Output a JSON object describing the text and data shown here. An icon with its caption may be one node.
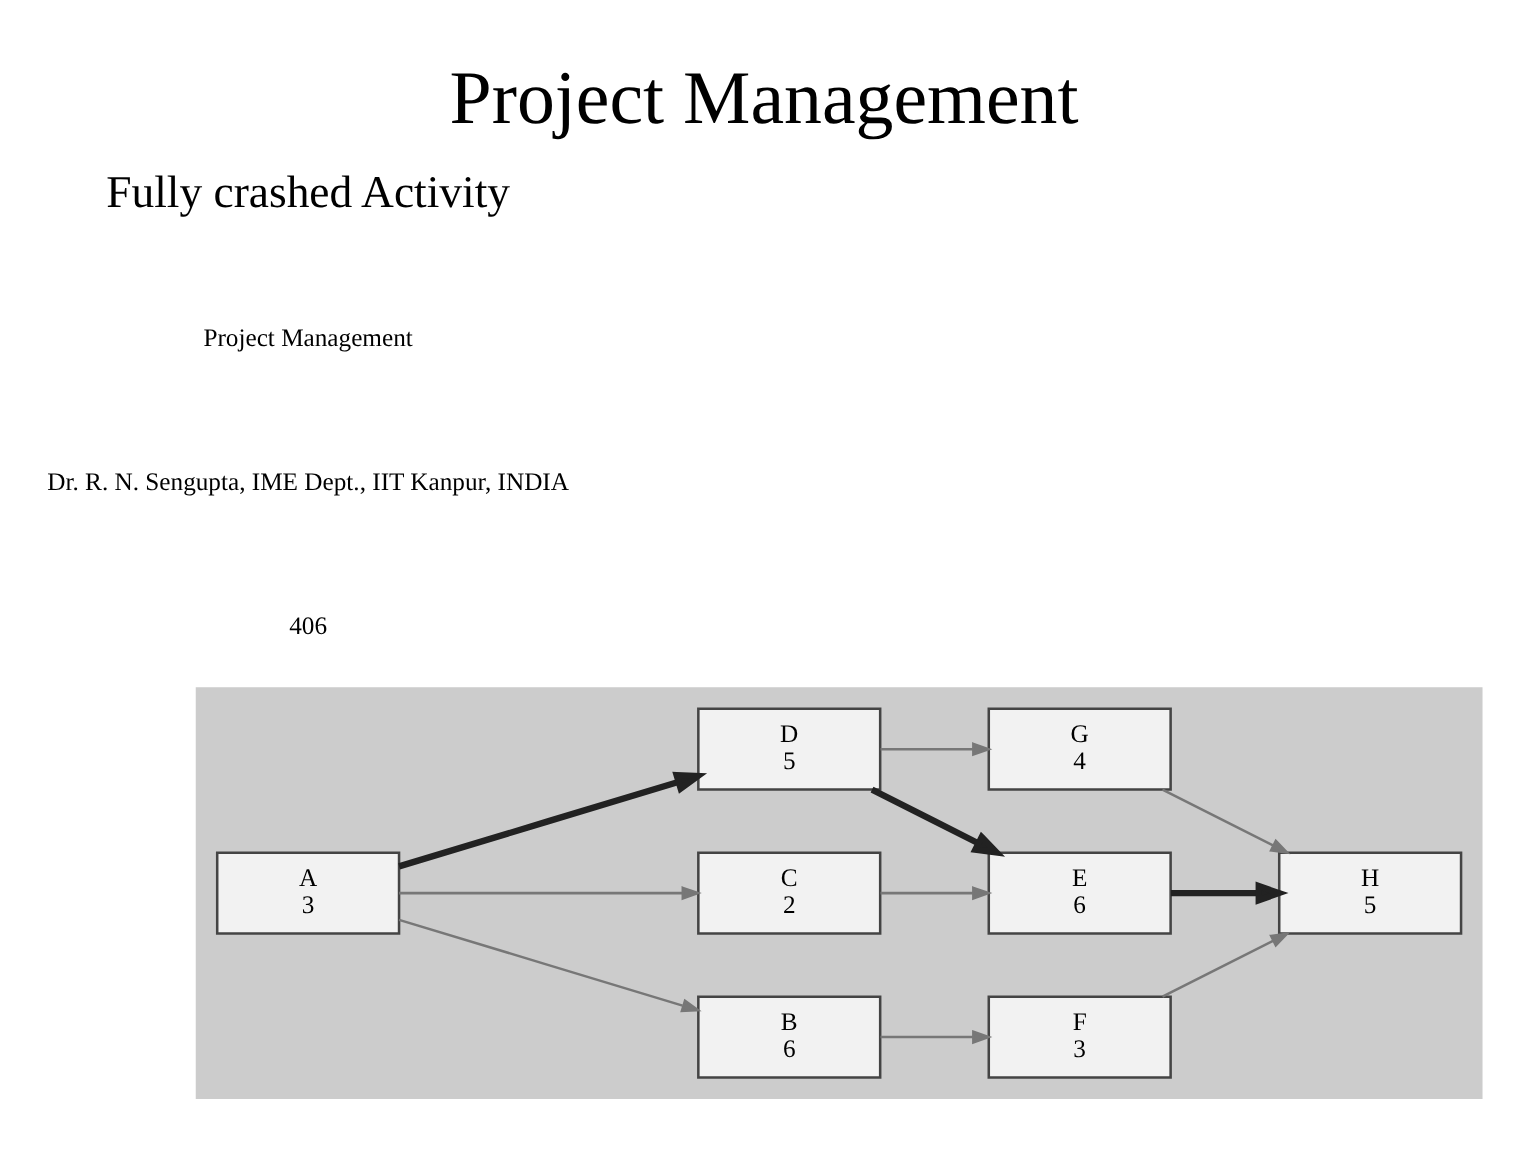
{
  "diagram": {
    "title": "Project Management",
    "nodes": [
      {
        "text": [],
        "shape": "box"
      },
      {
        "text": [
          "A",
          "3"
        ],
        "in": 0
      },
      {
        "text": [
          "B",
          "6"
        ],
        "in": 0
      },
      {
        "text": [
          "C",
          "2"
        ],
        "in": 0
      },
      {
        "text": [
          "D",
          "5"
        ],
        "in": 0
      },
      {
        "text": [
          "E",
          "6"
        ],
        "in": 0
      },
      {
        "text": [
          "F",
          "3"
        ],
        "in": 0
      },
      {
        "text": [
          "G",
          "4"
        ],
        "in": 0
      },
      {
        "text": [
          "H",
          "5"
        ],
        "in": 0
      }
    ],
    "edges": [
      {
        "from": 1,
        "to": 2,
        "arrow": "to"
      },
      {
        "from": 1,
        "to": 3,
        "arrow": "to"
      },
      {
        "from": 1,
        "to": 4,
        "arrow": "to",
        "style": "thick"
      },
      {
        "from": 2,
        "to": 6,
        "arrow": "to"
      },
      {
        "from": 3,
        "to": 5,
        "arrow": "to"
      },
      {
        "from": 4,
        "to": 5,
        "arrow": "to",
        "style": "thick"
      },
      {
        "from": 4,
        "to": 7,
        "arrow": "to"
      },
      {
        "from": 5,
        "to": 8,
        "arrow": "to",
        "style": "thick"
      },
      {
        "from": 6,
        "to": 8,
        "arrow": "to"
      },
      {
        "from": 7,
        "to": 8,
        "arrow": "to"
      }
    ],
    "labels": [
      "Fully crashed Activity",
      "Project Management",
      "Dr. R. N. Sengupta, IME Dept., IIT Kanpur, INDIA",
      "406"
    ]
  }
}
